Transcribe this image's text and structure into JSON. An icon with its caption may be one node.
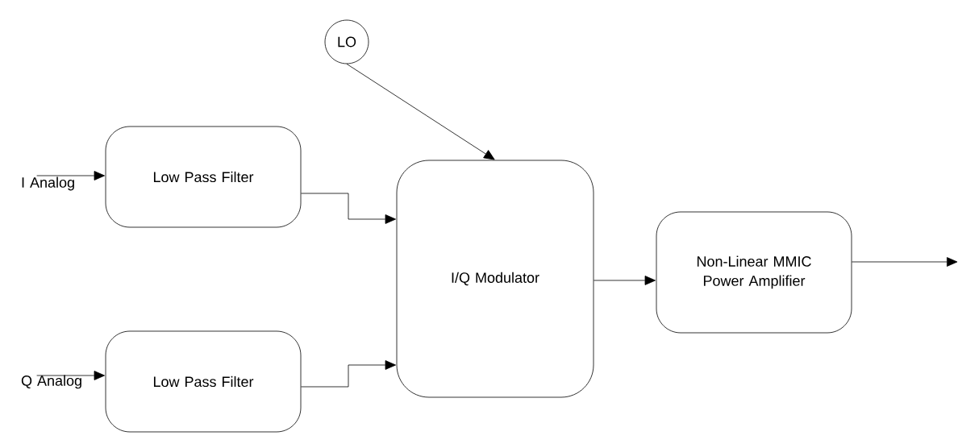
{
  "diagram": {
    "nodes": [
      {
        "text": [
          "LO"
        ]
      },
      {
        "text": [
          "I Analog"
        ]
      },
      {
        "text": [
          "Low Pass Filter"
        ]
      },
      {
        "text": [
          "Q Analog"
        ]
      },
      {
        "text": [
          "Low Pass Filter"
        ]
      },
      {
        "text": [
          "I/Q Modulator"
        ]
      },
      {
        "text": [
          "Non-Linear MMIC Power Amplifier"
        ]
      }
    ],
    "edges": [
      {
        "from": 0,
        "to": 5,
        "arrow": "to"
      },
      {
        "from": 1,
        "to": 2,
        "arrow": "to"
      },
      {
        "from": 3,
        "to": 4,
        "arrow": "to"
      },
      {
        "from": 2,
        "to": 5,
        "arrow": "to"
      },
      {
        "from": 4,
        "to": 5,
        "arrow": "to"
      },
      {
        "from": 5,
        "to": 6,
        "arrow": "to"
      },
      {
        "from": 6,
        "to": null,
        "arrow": "to"
      }
    ]
  }
}
